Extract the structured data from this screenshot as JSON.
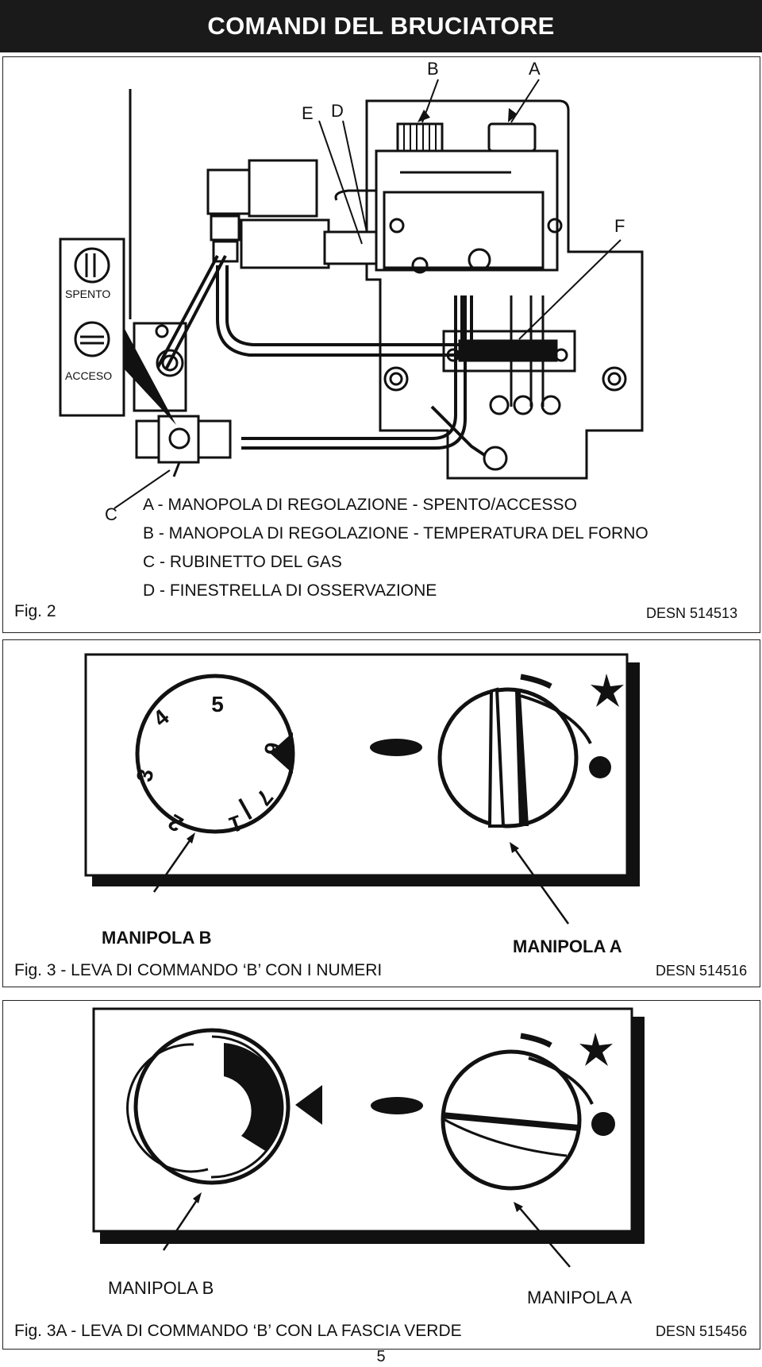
{
  "page": {
    "title": "COMANDI DEL BRUCIATORE",
    "page_number": "5"
  },
  "fig2": {
    "labels": {
      "a": "A",
      "b": "B",
      "c": "C",
      "d": "D",
      "e": "E",
      "f": "F"
    },
    "switch": {
      "off": "SPENTO",
      "on": "ACCESO"
    },
    "legend": [
      "A - MANOPOLA DI REGOLAZIONE - SPENTO/ACCESSO",
      "B - MANOPOLA DI REGOLAZIONE - TEMPERATURA DEL FORNO",
      "C - RUBINETTO DEL GAS",
      "D - FINESTRELLA DI OSSERVAZIONE"
    ],
    "caption": "Fig. 2",
    "code": "DESN 514513"
  },
  "fig3": {
    "dial_numbers": [
      "5",
      "4",
      "3",
      "2",
      "1",
      "7",
      "6"
    ],
    "knob_b": "MANIPOLA B",
    "knob_a": "MANIPOLA  A",
    "caption": "Fig. 3 - LEVA DI COMMANDO ‘B’ CON I NUMERI",
    "code": "DESN 514516"
  },
  "fig3a": {
    "knob_b": "MANIPOLA B",
    "knob_a": "MANIPOLA A",
    "caption": "Fig. 3A - LEVA DI COMMANDO ‘B’ CON LA FASCIA VERDE",
    "code": "DESN 515456"
  }
}
